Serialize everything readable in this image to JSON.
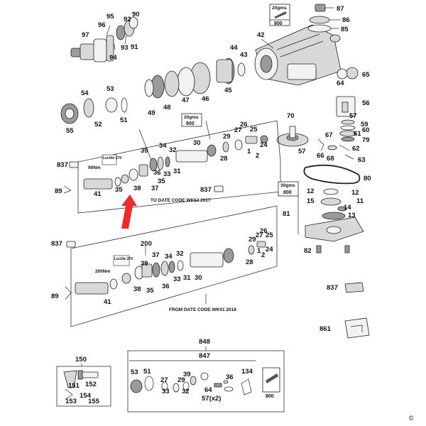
{
  "labels": {
    "p87": "87",
    "p86": "86",
    "p85": "85",
    "p42": "42",
    "p65": "65",
    "p64": "64",
    "p95": "95",
    "p92": "92",
    "p90": "90",
    "p97": "97",
    "p96": "96",
    "p93": "93",
    "p91": "91",
    "p94": "94",
    "p44": "44",
    "p43": "43",
    "p45": "45",
    "p46": "46",
    "p47": "47",
    "p48": "48",
    "p49": "49",
    "p54": "54",
    "p53": "53",
    "p55": "55",
    "p52": "52",
    "p51": "51",
    "p56": "56",
    "p57a": "57",
    "p59": "59",
    "p60": "60",
    "p61": "61",
    "p79": "79",
    "p62": "62",
    "p63": "63",
    "p70": "70",
    "p57b": "57",
    "p67": "67",
    "p66": "66",
    "p68": "68",
    "p80": "80",
    "p12a": "12",
    "p12b": "12",
    "p15": "15",
    "p14": "14",
    "p11": "11",
    "p13": "13",
    "p81": "81",
    "p82": "82",
    "u30": "30",
    "u29": "29",
    "u27": "27",
    "u26": "26",
    "u25": "25",
    "u1": "1",
    "u24": "24",
    "u2": "2",
    "u28": "28",
    "u39": "39",
    "u34": "34",
    "u32": "32",
    "u33": "33",
    "u31": "31",
    "u36": "36",
    "u35": "35",
    "u37": "37",
    "u38": "38",
    "u41": "41",
    "u89": "89",
    "u837a": "837",
    "u837b": "837",
    "l200": "200",
    "l29": "29",
    "l27": "27",
    "l26": "26",
    "l25": "25",
    "l1": "1",
    "l24": "24",
    "l2": "2",
    "l28": "28",
    "l37": "37",
    "l34": "34",
    "l32": "32",
    "l39": "39",
    "l33": "33",
    "l31": "31",
    "l36": "36",
    "l35": "35",
    "l38": "38",
    "l30": "30",
    "l41": "41",
    "l89": "89",
    "l837": "837",
    "r837": "837",
    "r861": "861",
    "b848": "848",
    "b847": "847",
    "b53": "53",
    "b51": "51",
    "b39": "39",
    "b27": "27",
    "b29": "29",
    "b33": "33",
    "b32": "32",
    "b64": "64",
    "b57x2": "57(x2)",
    "b36": "36",
    "b134": "134",
    "b150": "150",
    "b151": "151",
    "b152": "152",
    "b154": "154",
    "b153": "153",
    "b155": "155"
  },
  "badges": {
    "grease_top": "20gms",
    "grease_top_part": "800",
    "grease_mid": "20gms",
    "grease_mid_part": "800",
    "grease_right": "30gms",
    "grease_right_part": "800",
    "grease_kit_part": "800"
  },
  "captions": {
    "upper_torque": "90Nm",
    "upper_loctite": "Loctite 270",
    "upper_date": "TO DATE CODE WK52 2017",
    "lower_torque": "200Nm",
    "lower_loctite": "Loctite 270",
    "lower_date": "FROM DATE CODE WK01 2018",
    "copyright": "©"
  },
  "colors": {
    "arrow": "#ee2a2a",
    "line": "#222222"
  },
  "icons": [
    "arrow-up-icon",
    "grease-tube-icon",
    "copyright-icon"
  ]
}
